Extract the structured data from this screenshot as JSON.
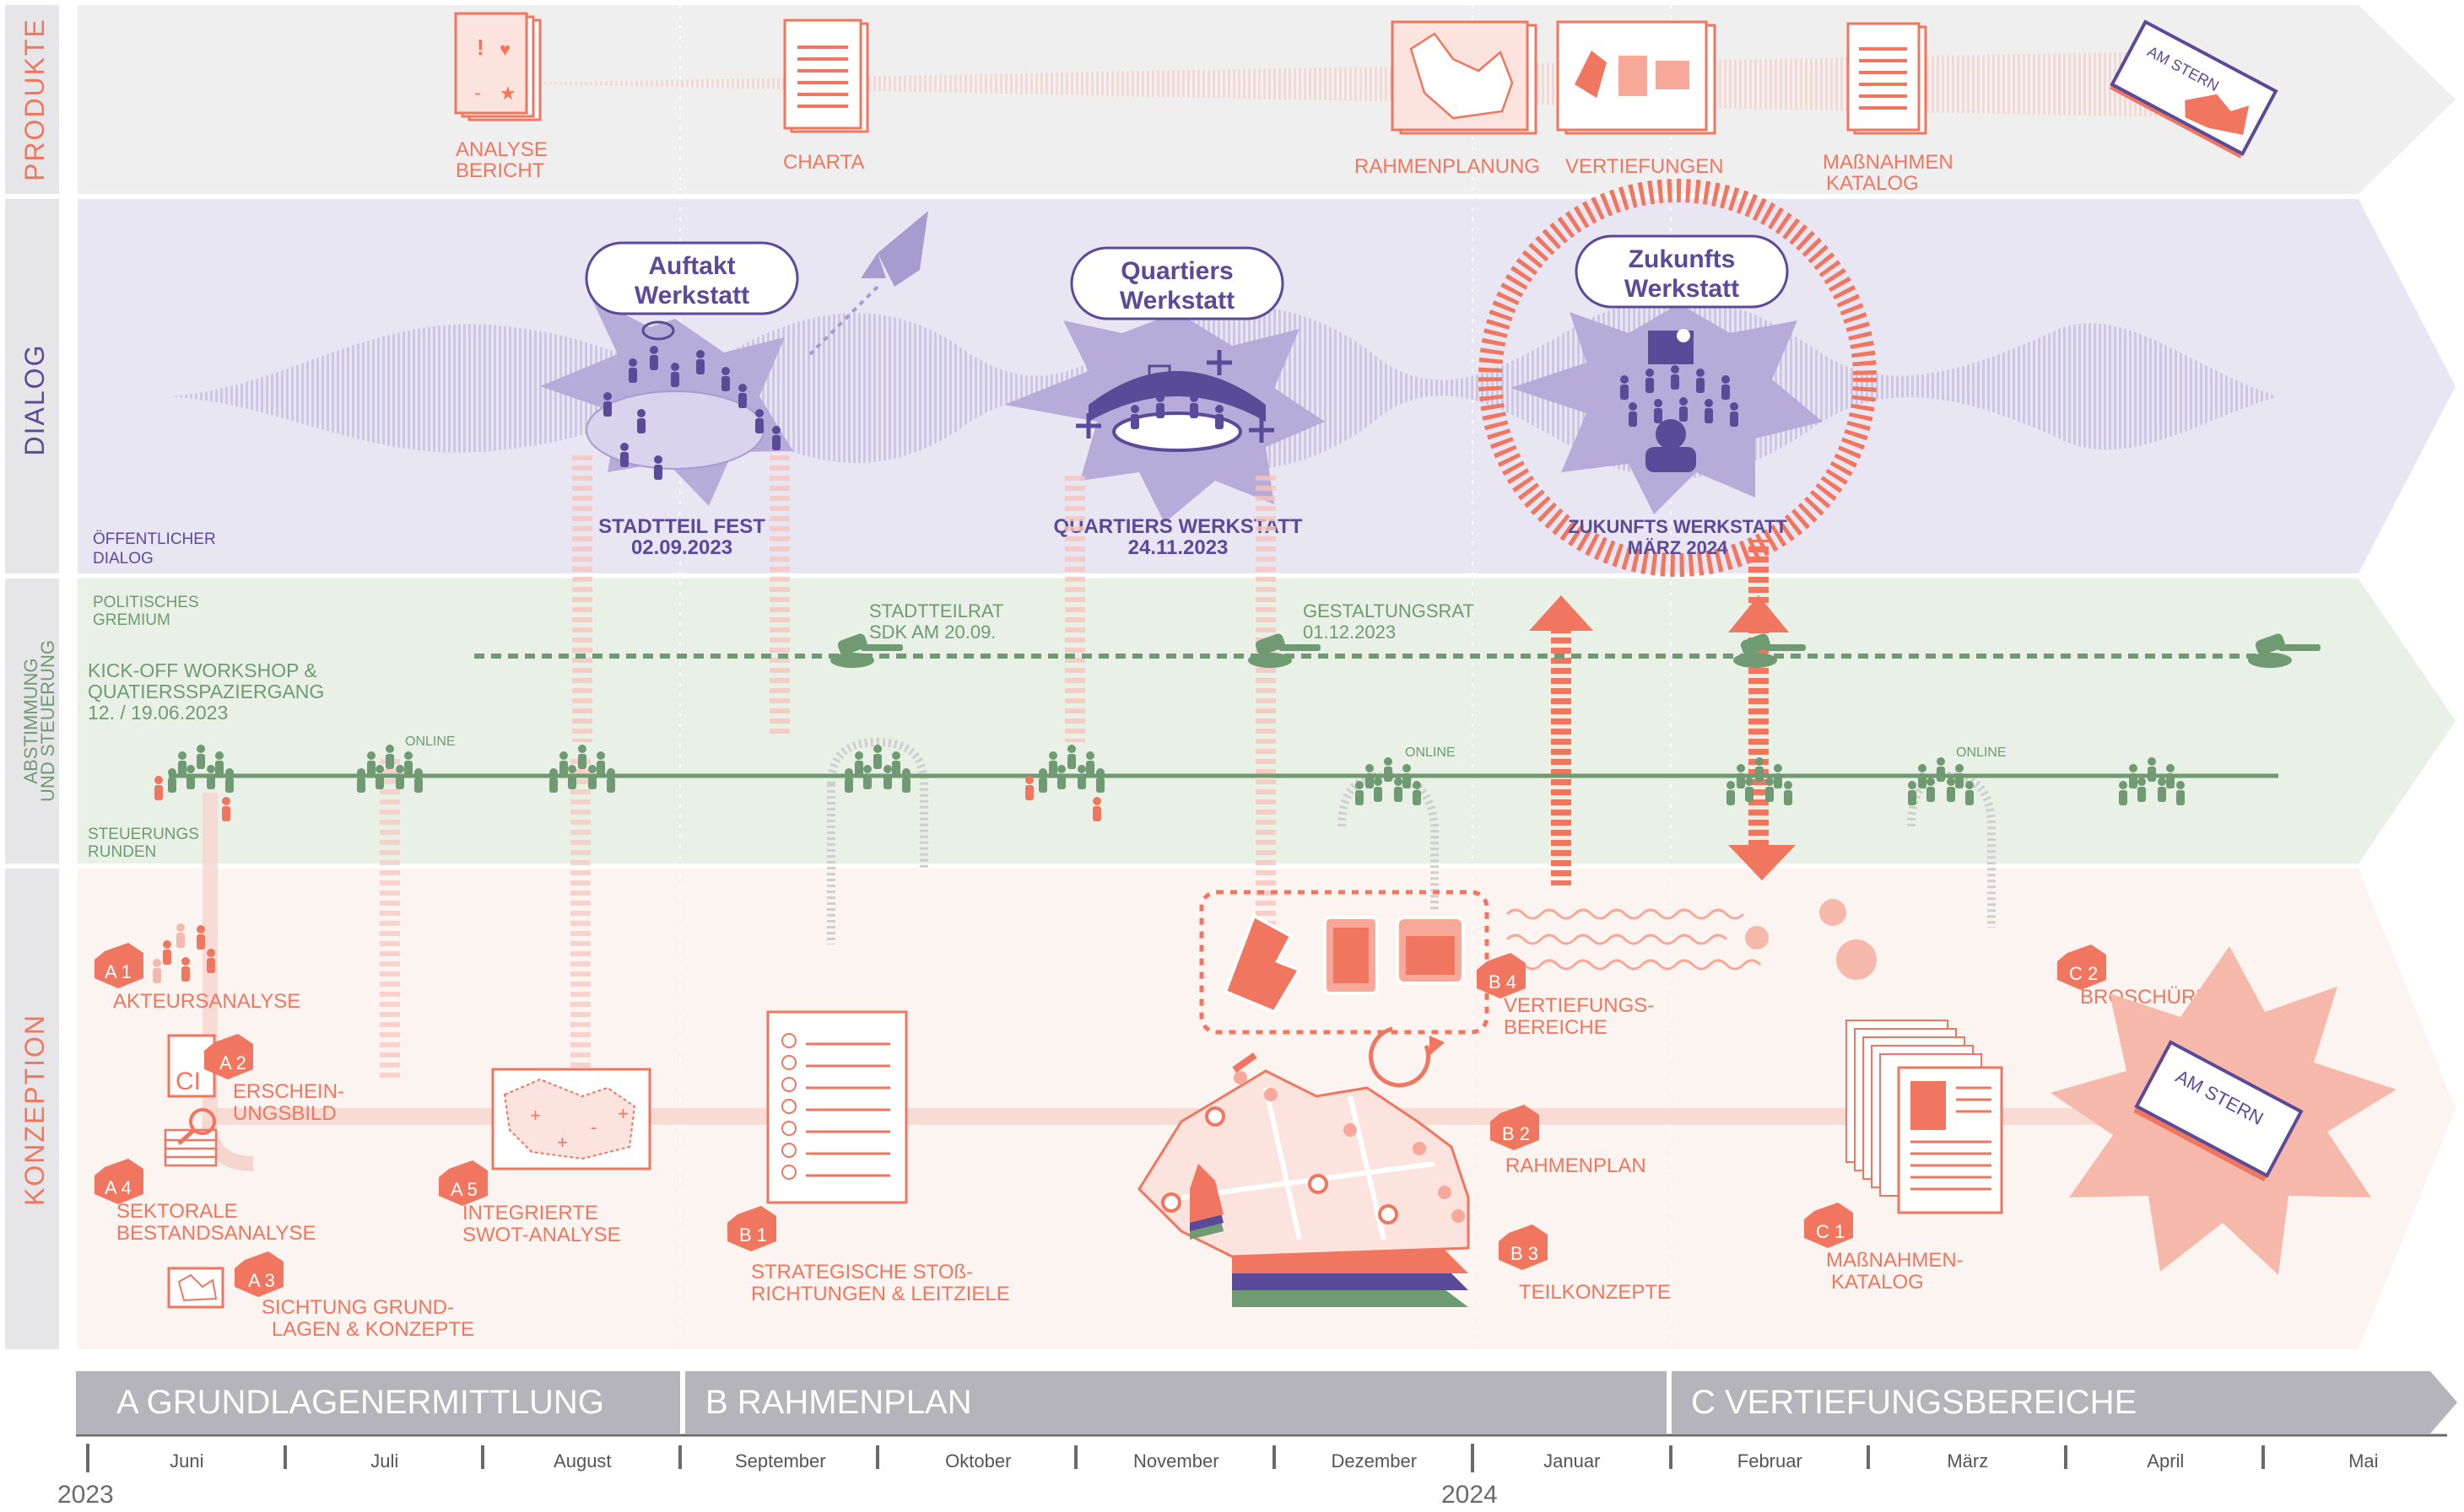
{
  "lanes": {
    "produkte": "PRODUKTE",
    "dialog": "DIALOG",
    "abstimmung_1": "ABSTIMMUNG",
    "abstimmung_2": "UND STEUERUNG",
    "konzeption": "KONZEPTION"
  },
  "products": {
    "analyse_1": "ANALYSE",
    "analyse_2": "BERICHT",
    "charta": "CHARTA",
    "rahmenplanung": "RAHMENPLANUNG",
    "vertiefungen": "VERTIEFUNGEN",
    "massnahmen_1": "MAßNAHMEN",
    "massnahmen_2": "KATALOG",
    "book_label": "AM STERN"
  },
  "dialog": {
    "public_1": "ÖFFENTLICHER",
    "public_2": "DIALOG",
    "auftakt_1": "Auftakt",
    "auftakt_2": "Werkstatt",
    "quartiers_1": "Quartiers",
    "quartiers_2": "Werkstatt",
    "zukunfts_1": "Zukunfts",
    "zukunfts_2": "Werkstatt",
    "event1_title": "STADTTEIL FEST",
    "event1_date": "02.09.2023",
    "event2_title": "QUARTIERS WERKSTATT",
    "event2_date": "24.11.2023",
    "event3_title": "ZUKUNFTS WERKSTATT",
    "event3_date": "MÄRZ 2024"
  },
  "steering": {
    "political_1": "POLITISCHES",
    "political_2": "GREMIUM",
    "stadtteilrat_1": "STADTTEILRAT",
    "stadtteilrat_2": "SDK AM 20.09.",
    "gestaltungsrat_1": "GESTALTUNGSRAT",
    "gestaltungsrat_2": "01.12.2023",
    "kickoff_1": "KICK-OFF WORKSHOP &",
    "kickoff_2": "QUATIERSSPAZIERGANG",
    "kickoff_3": "12. / 19.06.2023",
    "online": "ONLINE",
    "rounds_1": "STEUERUNGS",
    "rounds_2": "RUNDEN"
  },
  "concept": {
    "a1_tag": "A 1",
    "a1_label": "AKTEURSANALYSE",
    "a2_tag": "A 2",
    "a2_label_1": "ERSCHEIN-",
    "a2_label_2": "UNGSBILD",
    "ci": "CI",
    "a3_tag": "A 3",
    "a3_label_1": "SICHTUNG GRUND-",
    "a3_label_2": "LAGEN & KONZEPTE",
    "a4_tag": "A 4",
    "a4_label_1": "SEKTORALE",
    "a4_label_2": "BESTANDSANALYSE",
    "a5_tag": "A 5",
    "a5_label_1": "INTEGRIERTE",
    "a5_label_2": "SWOT-ANALYSE",
    "b1_tag": "B 1",
    "b1_label_1": "STRATEGISCHE STOß-",
    "b1_label_2": "RICHTUNGEN & LEITZIELE",
    "b2_tag": "B 2",
    "b2_label": "RAHMENPLAN",
    "b3_tag": "B 3",
    "b3_label": "TEILKONZEPTE",
    "b4_tag": "B 4",
    "b4_label_1": "VERTIEFUNGS-",
    "b4_label_2": "BEREICHE",
    "c1_tag": "C 1",
    "c1_label_1": "MAßNAHMEN-",
    "c1_label_2": "KATALOG",
    "c2_tag": "C 2",
    "c2_label": "BROSCHÜRE",
    "book_label": "AM STERN"
  },
  "phases": {
    "a": "A  GRUNDLAGENERMITTLUNG",
    "b": "B  RAHMENPLAN",
    "c": "C  VERTIEFUNGSBEREICHE"
  },
  "timeline": {
    "months": [
      "Juni",
      "Juli",
      "August",
      "September",
      "Oktober",
      "November",
      "Dezember",
      "Januar",
      "Februar",
      "März",
      "April",
      "Mai"
    ],
    "year1": "2023",
    "year2": "2024"
  },
  "colors": {
    "coral": "#F0765F",
    "purple": "#5A4A98",
    "green": "#6F9A72",
    "grey_band": "#B4B4BA"
  }
}
